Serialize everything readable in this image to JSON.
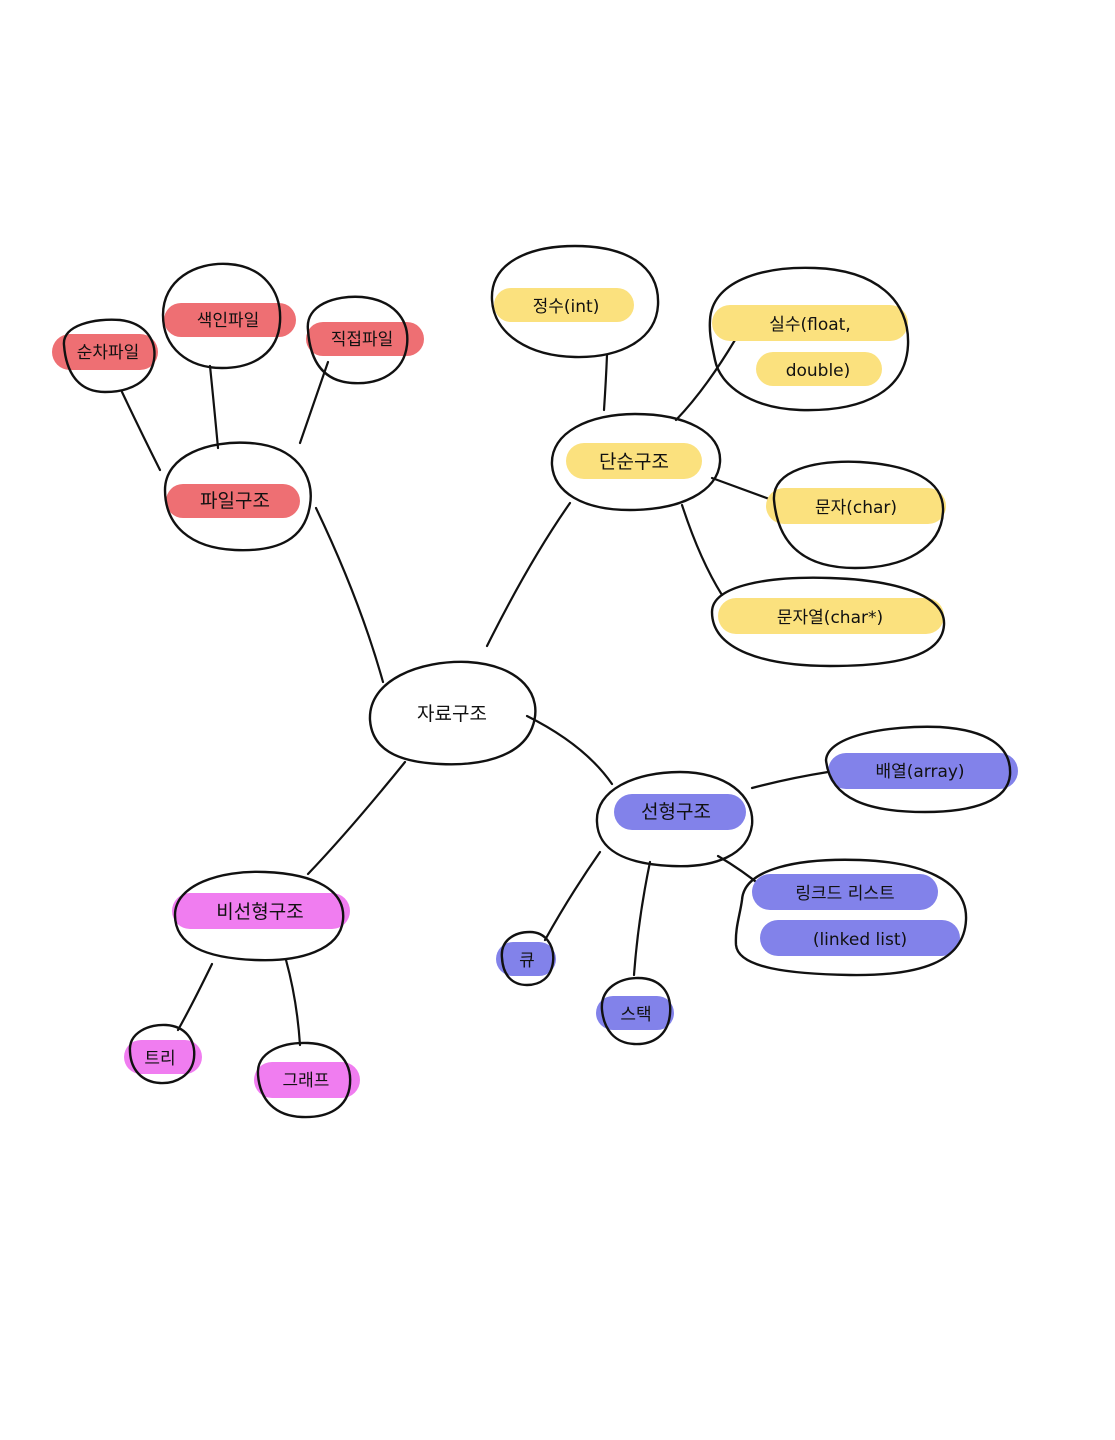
{
  "colors": {
    "red": "#ee6f73",
    "yellow": "#fbe17e",
    "blue": "#8282ea",
    "magenta": "#f07df0",
    "ink": "#111111"
  },
  "root": {
    "label": "자료구조"
  },
  "file_structure": {
    "label": "파일구조",
    "children": [
      "순차파일",
      "색인파일",
      "직접파일"
    ]
  },
  "simple_structure": {
    "label": "단순구조",
    "children": [
      "정수(int)",
      "실수(float,",
      "double)",
      "문자(char)",
      "문자열(char*)"
    ]
  },
  "linear_structure": {
    "label": "선형구조",
    "children": [
      "배열(array)",
      "링크드 리스트",
      "(linked list)",
      "큐",
      "스택"
    ]
  },
  "nonlinear_structure": {
    "label": "비선형구조",
    "children": [
      "트리",
      "그래프"
    ]
  }
}
